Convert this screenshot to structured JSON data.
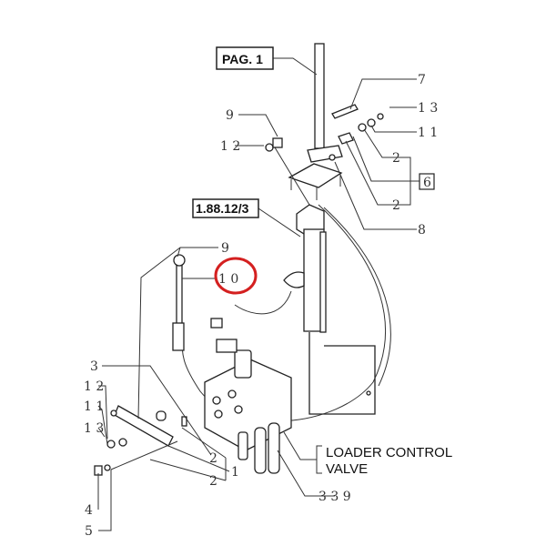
{
  "diagram": {
    "refs": {
      "page_ref": "PAG. 1",
      "section_ref": "1.88.12/3",
      "group_ref": "6"
    },
    "caption": [
      "LOADER CONTROL",
      "VALVE"
    ],
    "callouts": {
      "top_7": "7",
      "top_13": "1 3",
      "top_11": "1 1",
      "top_9": "9",
      "top_12": "1 2",
      "top_2a": "2",
      "top_2b": "2",
      "top_8": "8",
      "mid_9": "9",
      "mid_10": "1 0",
      "left_3": "3",
      "left_12": "1 2",
      "left_11": "1 1",
      "left_13": "1 3",
      "bot_2a": "2",
      "bot_1": "1",
      "bot_2b": "2",
      "bot_339": "3 3 9",
      "bot_4": "4",
      "bot_5": "5"
    },
    "highlight_color": "#d42020"
  }
}
